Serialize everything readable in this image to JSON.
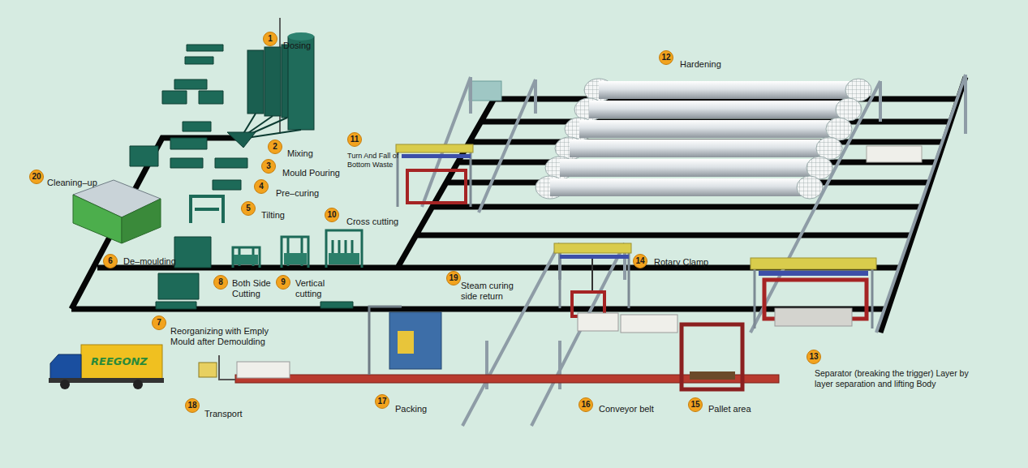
{
  "diagram": {
    "nodes": [
      {
        "text": [
          "1",
          "Dosing"
        ]
      },
      {
        "text": [
          "2",
          "Mixing"
        ]
      },
      {
        "text": [
          "3",
          "Mould Pouring"
        ]
      },
      {
        "text": [
          "4",
          "Pre–curing"
        ]
      },
      {
        "text": [
          "5",
          "Tilting"
        ]
      },
      {
        "text": [
          "6",
          "De–moulding"
        ]
      },
      {
        "text": [
          "7",
          "Reorganizing with Emply Mould after Demoulding"
        ]
      },
      {
        "text": [
          "8",
          "Both Side Cutting"
        ]
      },
      {
        "text": [
          "9",
          "Vertical cutting"
        ]
      },
      {
        "text": [
          "10",
          "Cross cutting"
        ]
      },
      {
        "text": [
          "11",
          "Turn And Fall of Bottom Waste"
        ]
      },
      {
        "text": [
          "12",
          "Hardening"
        ]
      },
      {
        "text": [
          "13",
          "Separator (breaking the trigger) Layer by layer separation and lifting Body"
        ]
      },
      {
        "text": [
          "14",
          "Rotary Clamp"
        ]
      },
      {
        "text": [
          "15",
          "Pallet area"
        ]
      },
      {
        "text": [
          "16",
          "Conveyor belt"
        ]
      },
      {
        "text": [
          "17",
          "Packing"
        ]
      },
      {
        "text": [
          "18",
          "Transport"
        ]
      },
      {
        "text": [
          "19",
          "Steam curing side return"
        ]
      },
      {
        "text": [
          "20",
          "Cleaning–up"
        ]
      }
    ],
    "labels": [
      "REEGONZ"
    ]
  }
}
